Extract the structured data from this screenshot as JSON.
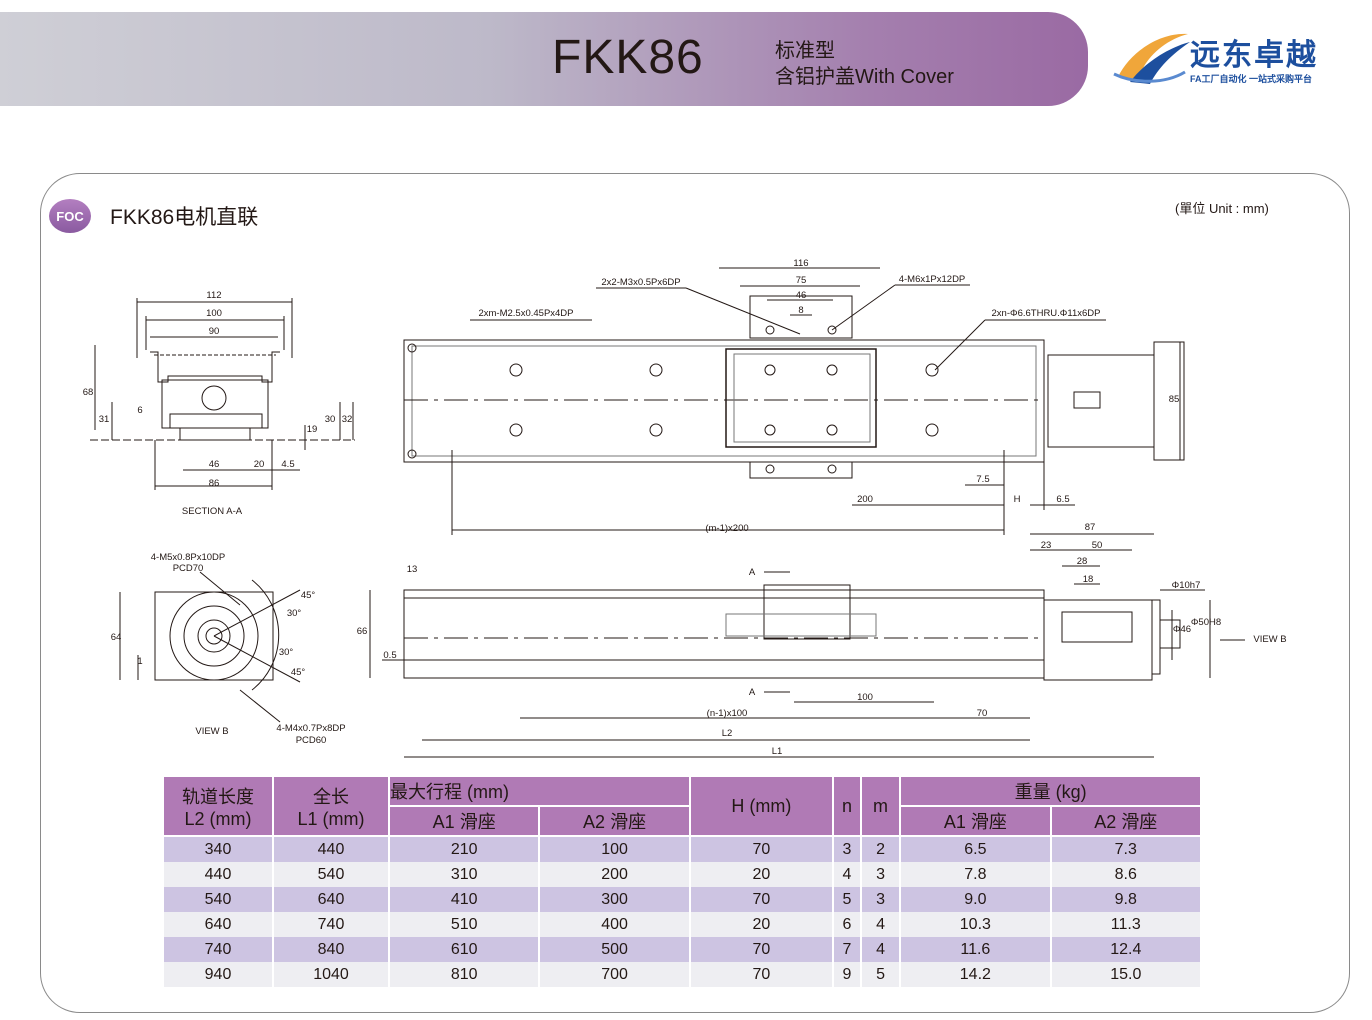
{
  "header": {
    "model": "FKK86",
    "subtitle_line1": "标准型",
    "subtitle_line2": "含铝护盖With Cover",
    "brand_name": "远东卓越",
    "brand_tagline": "FA工厂自动化 一站式采购平台",
    "brand_color": "#1d4f9e"
  },
  "section": {
    "badge": "FOC",
    "title": "FKK86电机直联",
    "unit_note": "(單位 Unit : mm)"
  },
  "drawing": {
    "section_a": {
      "caption": "SECTION A-A",
      "dims": [
        "112",
        "100",
        "90",
        "68",
        "31",
        "6",
        "30",
        "32",
        "19",
        "46",
        "20",
        "4.5",
        "86"
      ]
    },
    "view_b": {
      "caption": "VIEW  B",
      "note_top_1": "4-M5x0.8Px10DP",
      "note_top_2": "PCD70",
      "note_bottom_1": "4-M4x0.7Px8DP",
      "note_bottom_2": "PCD60",
      "dims": [
        "64",
        "1",
        "45°",
        "30°",
        "30°",
        "45°"
      ]
    },
    "top_view": {
      "note_holes_1": "2xm-M2.5x0.45Px4DP",
      "note_holes_2": "2x2-M3x0.5Px6DP",
      "note_holes_3": "4-M6x1Px12DP",
      "note_holes_4": "2xn-Φ6.6THRU.Φ11x6DP",
      "dims": [
        "116",
        "75",
        "46",
        "8",
        "85",
        "7.5",
        "200",
        "H",
        "6.5",
        "(m-1)x200"
      ]
    },
    "side_view": {
      "dims": [
        "13",
        "66",
        "0.5",
        "A",
        "A",
        "100",
        "(n-1)x100",
        "70",
        "L2",
        "L1",
        "87",
        "23",
        "50",
        "28",
        "18",
        "Φ10h7",
        "Φ46",
        "Φ50H8"
      ],
      "view_b_label": "VIEW B"
    }
  },
  "table": {
    "headers": {
      "rail_length": [
        "轨道长度",
        "L2 (mm)"
      ],
      "total_length": [
        "全长",
        "L1 (mm)"
      ],
      "max_stroke": "最大行程 (mm)",
      "a1_slider": "A1 滑座",
      "a2_slider": "A2 滑座",
      "h": "H (mm)",
      "n": "n",
      "m": "m",
      "weight": "重量 (kg)",
      "w_a1": "A1 滑座",
      "w_a2": "A2 滑座"
    },
    "rows": [
      [
        "340",
        "440",
        "210",
        "100",
        "70",
        "3",
        "2",
        "6.5",
        "7.3"
      ],
      [
        "440",
        "540",
        "310",
        "200",
        "20",
        "4",
        "3",
        "7.8",
        "8.6"
      ],
      [
        "540",
        "640",
        "410",
        "300",
        "70",
        "5",
        "3",
        "9.0",
        "9.8"
      ],
      [
        "640",
        "740",
        "510",
        "400",
        "20",
        "6",
        "4",
        "10.3",
        "11.3"
      ],
      [
        "740",
        "840",
        "610",
        "500",
        "70",
        "7",
        "4",
        "11.6",
        "12.4"
      ],
      [
        "940",
        "1040",
        "810",
        "700",
        "70",
        "9",
        "5",
        "14.2",
        "15.0"
      ]
    ]
  }
}
